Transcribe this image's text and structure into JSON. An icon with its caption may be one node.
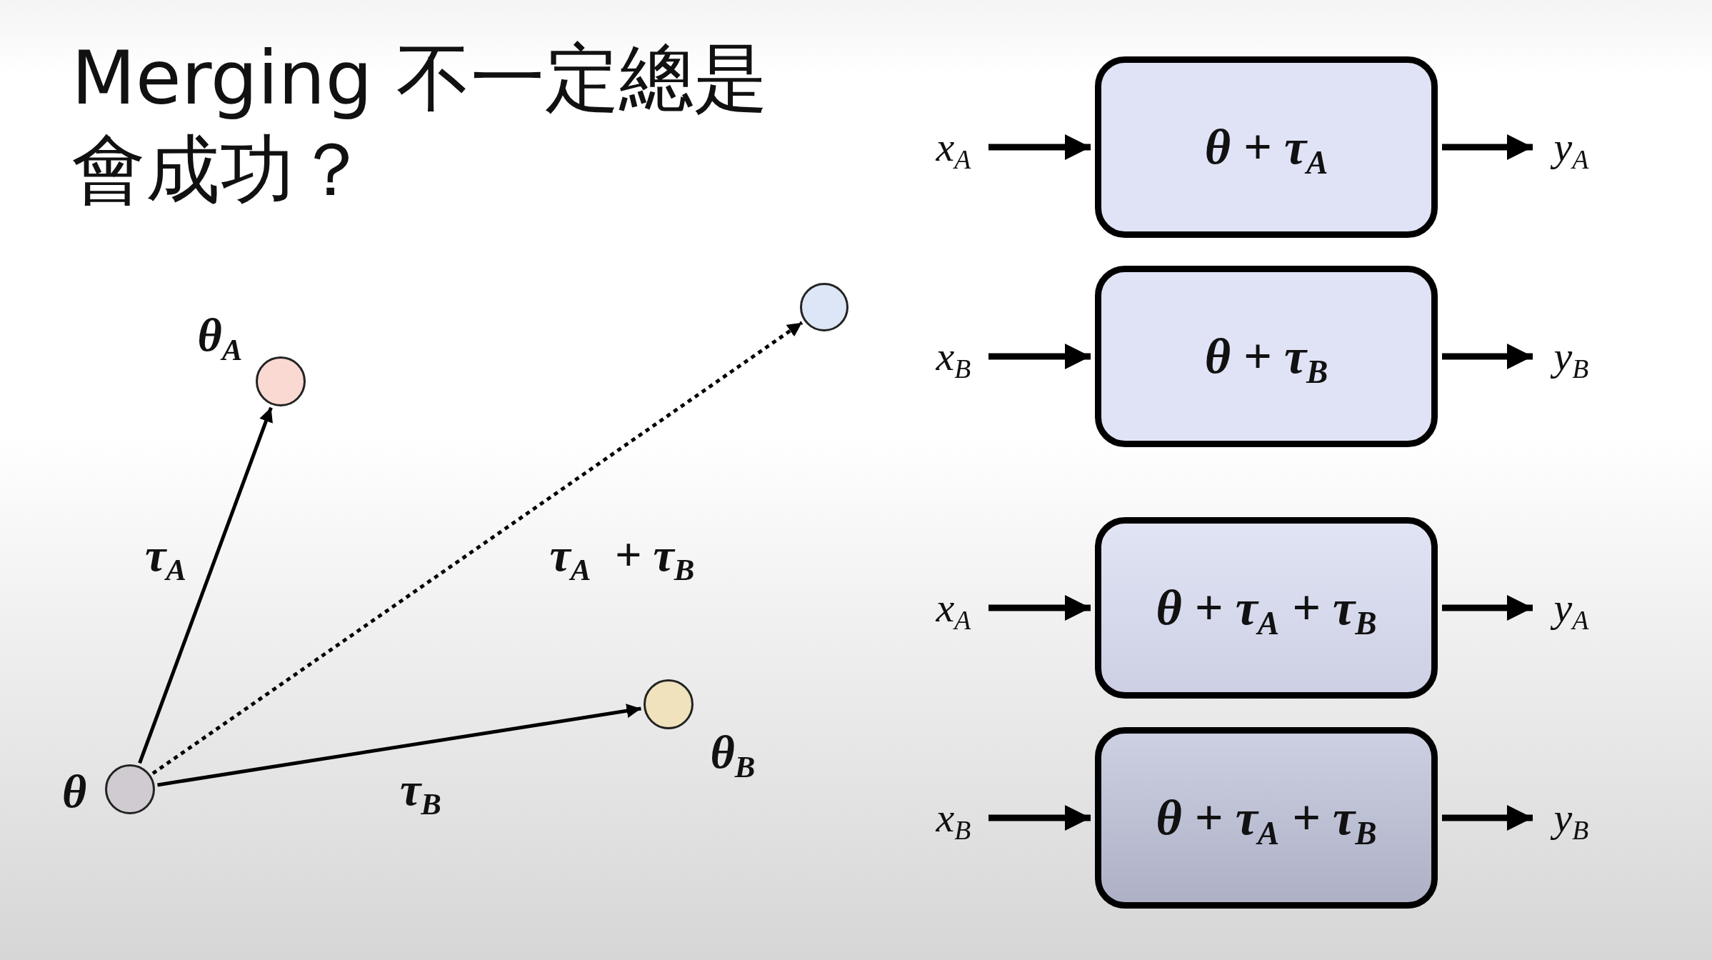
{
  "diagram": {
    "title": "Merging 不一定總是會成功？",
    "nodes": [
      {
        "text": [],
        "shape": "circle",
        "beside": [
          "θ"
        ]
      },
      {
        "text": [],
        "shape": "circle",
        "beside": [
          "θ$_{A}$"
        ]
      },
      {
        "text": [],
        "shape": "circle"
      },
      {
        "text": [],
        "shape": "circle",
        "beside": [
          "θ$_{B}$"
        ]
      },
      {
        "text": [
          "x$_{A}$"
        ]
      },
      {
        "text": [
          "θ + τ$_{A}$"
        ]
      },
      {
        "text": [
          "y$_{A}$"
        ]
      },
      {
        "text": [
          "x$_{B}$"
        ]
      },
      {
        "text": [
          "θ + τ$_{B}$"
        ]
      },
      {
        "text": [
          "y$_{B}$"
        ]
      },
      {
        "text": [
          "x$_{A}$"
        ]
      },
      {
        "text": [
          "θ + τ$_{A}$ + τ$_{B}$"
        ]
      },
      {
        "text": [
          "y$_{A}$"
        ]
      },
      {
        "text": [
          "x$_{B}$"
        ]
      },
      {
        "text": [
          "θ + τ$_{A}$ + τ$_{B}$"
        ]
      },
      {
        "text": [
          "y$_{B}$"
        ]
      }
    ],
    "edges": [
      {
        "from": 0,
        "to": 1,
        "arrow": "to",
        "label": "τ$_{A}$"
      },
      {
        "from": 0,
        "to": 2,
        "arrow": "to",
        "label": "τ$_{A}$  + τ$_{B}$",
        "style": "dashed"
      },
      {
        "from": 0,
        "to": 3,
        "arrow": "to",
        "label": "τ$_{B}$"
      },
      {
        "from": 4,
        "to": 5,
        "arrow": "to"
      },
      {
        "from": 5,
        "to": 6,
        "arrow": "to"
      },
      {
        "from": 7,
        "to": 8,
        "arrow": "to"
      },
      {
        "from": 8,
        "to": 9,
        "arrow": "to"
      },
      {
        "from": 10,
        "to": 11,
        "arrow": "to"
      },
      {
        "from": 11,
        "to": 12,
        "arrow": "to"
      },
      {
        "from": 13,
        "to": 14,
        "arrow": "to"
      },
      {
        "from": 14,
        "to": 15,
        "arrow": "to"
      }
    ]
  }
}
